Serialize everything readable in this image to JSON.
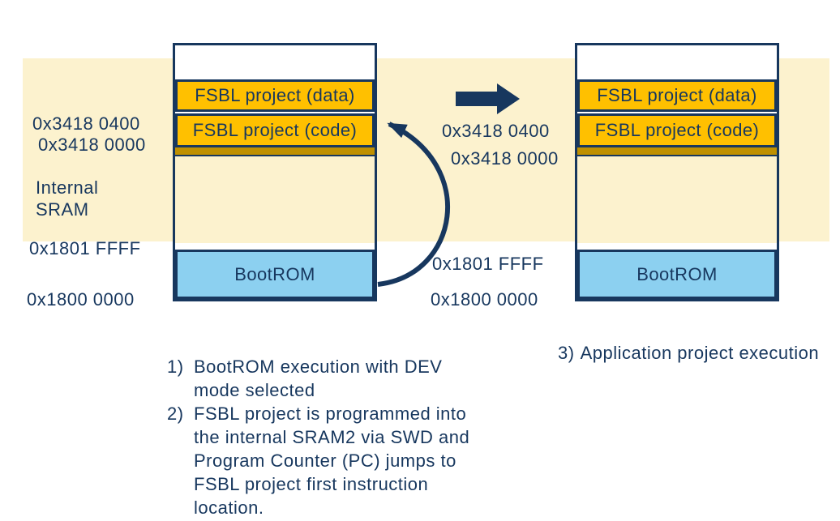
{
  "colors": {
    "navy": "#17375E",
    "gold": "#FFC000",
    "olive": "#BF9000",
    "cream": "#FCF2CE",
    "sky": "#8CD0F0"
  },
  "columns": [
    {
      "side": "left",
      "blocks": {
        "data": "FSBL project (data)",
        "code": "FSBL project (code)",
        "bootrom": "BootROM"
      }
    },
    {
      "side": "right",
      "blocks": {
        "data": "FSBL project (data)",
        "code": "FSBL project (code)",
        "bootrom": "BootROM"
      }
    }
  ],
  "left_labels": {
    "addr_code_top": "0x3418 0400",
    "addr_code_base": "0x3418 0000",
    "region_line1": "Internal",
    "region_line2": "SRAM",
    "addr_rom_top": "0x1801 FFFF",
    "addr_rom_base": "0x1800 0000"
  },
  "middle_labels": {
    "addr_code_top": "0x3418 0400",
    "addr_code_base": "0x3418 0000",
    "addr_rom_top": "0x1801 FFFF",
    "addr_rom_base": "0x1800 0000"
  },
  "icons": {
    "flow_arrow": "right-block-arrow",
    "jump_arrow": "curved-pc-jump-arrow"
  },
  "steps": [
    {
      "num": "1)",
      "text": "BootROM execution with DEV mode selected"
    },
    {
      "num": "2)",
      "text": "FSBL project is programmed into the internal SRAM2 via SWD and Program Counter (PC) jumps to FSBL project first instruction location."
    },
    {
      "num": "3)",
      "text": "Application project execution"
    }
  ]
}
